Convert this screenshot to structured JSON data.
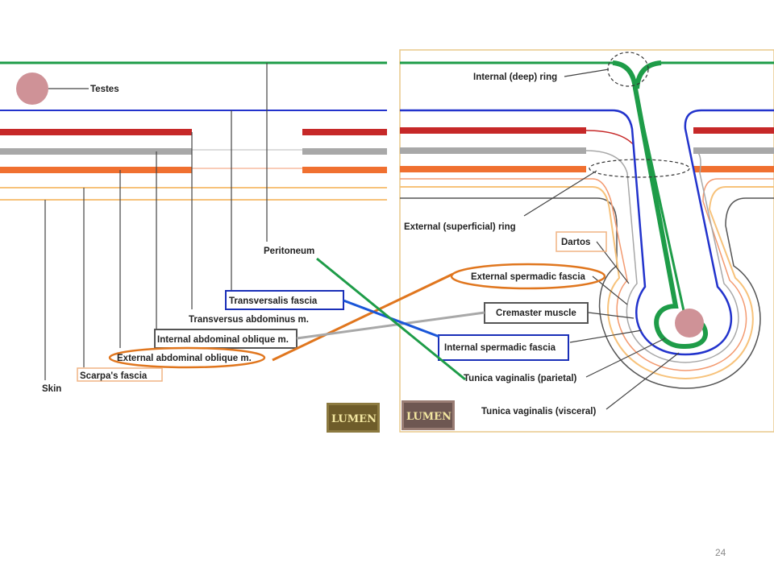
{
  "left_panel": {
    "labels": {
      "testes": "Testes",
      "peritoneum": "Peritoneum",
      "transversalis_fascia": "Transversalis fascia",
      "transversus_abdominus": "Transversus abdominus m.",
      "internal_abdominal_oblique": "Internal abdominal oblique m.",
      "external_abdominal_oblique": "External abdominal oblique m.",
      "scarpas_fascia": "Scarpa's fascia",
      "skin": "Skin"
    }
  },
  "right_panel": {
    "labels": {
      "internal_deep_ring": "Internal (deep) ring",
      "external_superficial_ring": "External (superficial) ring",
      "dartos": "Dartos",
      "external_spermatic_fascia": "External spermadic fascia",
      "cremaster_muscle": "Cremaster muscle",
      "internal_spermatic_fascia": "Internal spermadic fascia",
      "tunica_vaginalis_parietal": "Tunica vaginalis (parietal)",
      "tunica_vaginalis_visceral": "Tunica vaginalis (visceral)"
    }
  },
  "logos": [
    "LUMEN",
    "LUMEN"
  ],
  "page_number": "24",
  "colors": {
    "peritoneum": "#1e9c48",
    "transversalis": "#2233cc",
    "transversus": "#c62828",
    "internal_oblique": "#a8a8a8",
    "external_oblique": "#f07030",
    "scarpa": "#f7c27a",
    "skin_lines": "#444444",
    "panel_border": "#e8c98a",
    "highlight_orange": "#e0761e",
    "highlight_blue": "#1a2fb8",
    "highlight_gray": "#555555",
    "highlight_peach": "#f0b483",
    "testis": "#cf9297"
  }
}
